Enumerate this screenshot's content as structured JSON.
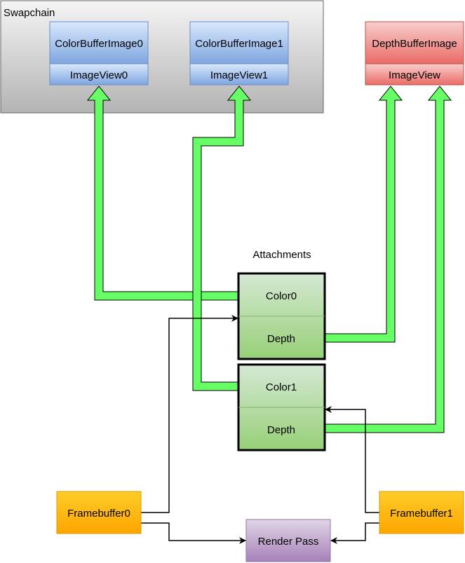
{
  "swapchain": {
    "title": "Swapchain",
    "images": [
      {
        "image": "ColorBufferImage0",
        "view": "ImageView0"
      },
      {
        "image": "ColorBufferImage1",
        "view": "ImageView1"
      }
    ]
  },
  "depth": {
    "image": "DepthBufferImage",
    "view": "ImageView"
  },
  "attachments": {
    "title": "Attachments",
    "set0": {
      "color": "Color0",
      "depth": "Depth"
    },
    "set1": {
      "color": "Color1",
      "depth": "Depth"
    }
  },
  "framebuffers": [
    "Framebuffer0",
    "Framebuffer1"
  ],
  "render_pass": "Render Pass",
  "colors": {
    "swapchain_fill_top": "#F5F5F5",
    "swapchain_fill_bottom": "#B3B3B3",
    "blue_top": "#DAE8FC",
    "blue_bottom": "#7EA6E0",
    "blue_stroke": "#6C8EBF",
    "red_top": "#F8CECC",
    "red_bottom": "#EA6B66",
    "red_stroke": "#B85450",
    "green_top": "#D5E8D4",
    "green_bottom": "#97D077",
    "arrow_green": "#66FF66",
    "orange_fill": "#FFCD28",
    "orange_stroke": "#D79B00",
    "purple_top": "#E1D5E7",
    "purple_bottom": "#A680B8",
    "purple_stroke": "#9673A6"
  }
}
